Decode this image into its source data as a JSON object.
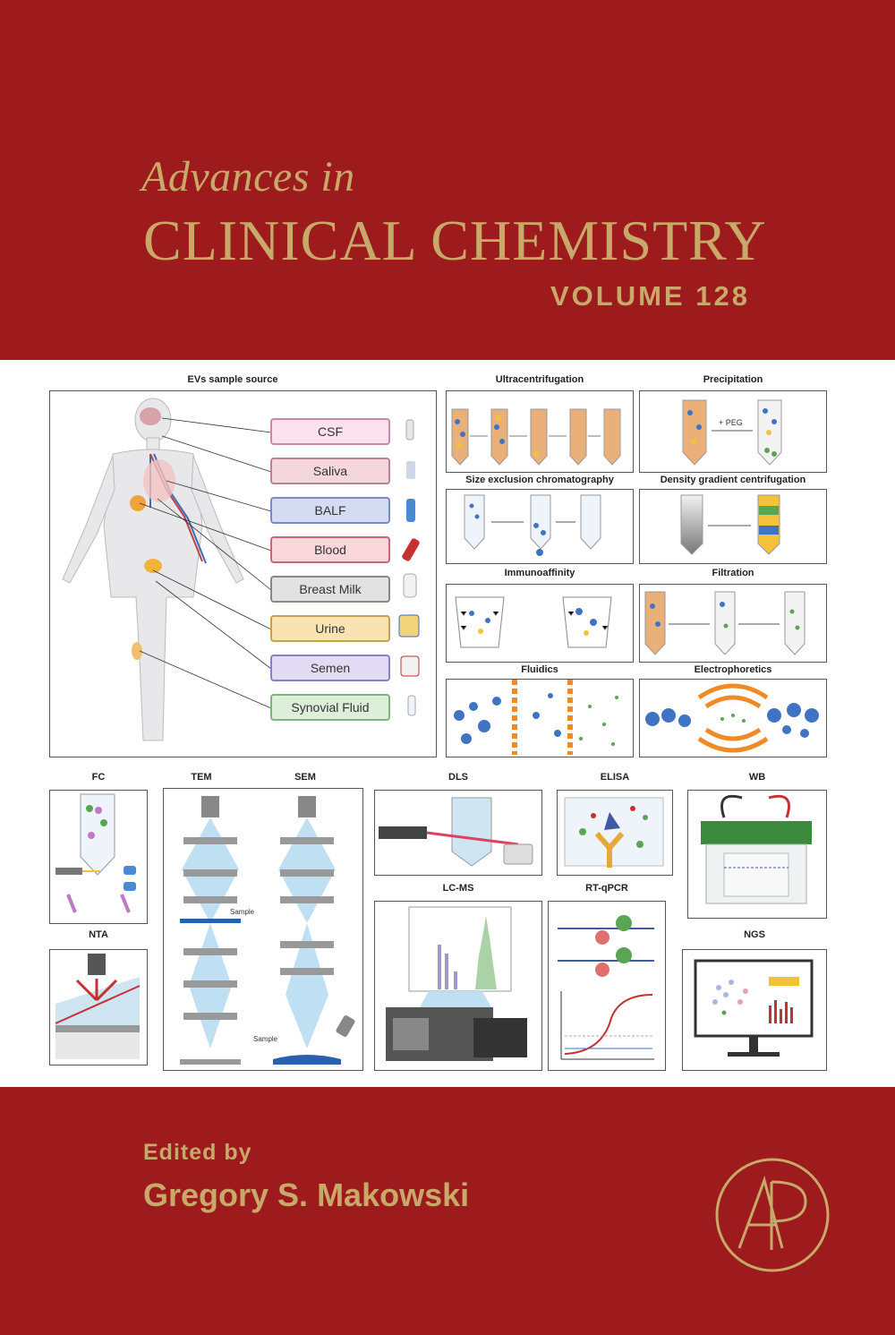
{
  "cover": {
    "series_italic": "Advances in",
    "series_main": "CLINICAL CHEMISTRY",
    "volume": "VOLUME 128",
    "edited_by": "Edited by",
    "editor": "Gregory S. Makowski",
    "publisher_logo_text": "AP",
    "colors": {
      "background": "#9e1b1d",
      "gold": "#c8a96a"
    }
  },
  "figure": {
    "sources_title": "EVs sample source",
    "sources": [
      "CSF",
      "Saliva",
      "BALF",
      "Blood",
      "Breast Milk",
      "Urine",
      "Semen",
      "Synovial Fluid"
    ],
    "isolation": [
      {
        "title": "Ultracentrifugation"
      },
      {
        "title": "Precipitation",
        "note": "+ PEG"
      },
      {
        "title": "Size exclusion chromatography"
      },
      {
        "title": "Density gradient centrifugation"
      },
      {
        "title": "Immunoaffinity"
      },
      {
        "title": "Filtration"
      },
      {
        "title": "Fluidics"
      },
      {
        "title": "Electrophoretics"
      }
    ],
    "analysis": [
      {
        "title": "FC"
      },
      {
        "title": "NTA"
      },
      {
        "title": "TEM"
      },
      {
        "title": "SEM"
      },
      {
        "title": "DLS"
      },
      {
        "title": "ELISA"
      },
      {
        "title": "WB"
      },
      {
        "title": "LC-MS"
      },
      {
        "title": "RT-qPCR"
      },
      {
        "title": "NGS"
      }
    ],
    "tem_sample": "Sample",
    "sem_sample": "Sample"
  }
}
